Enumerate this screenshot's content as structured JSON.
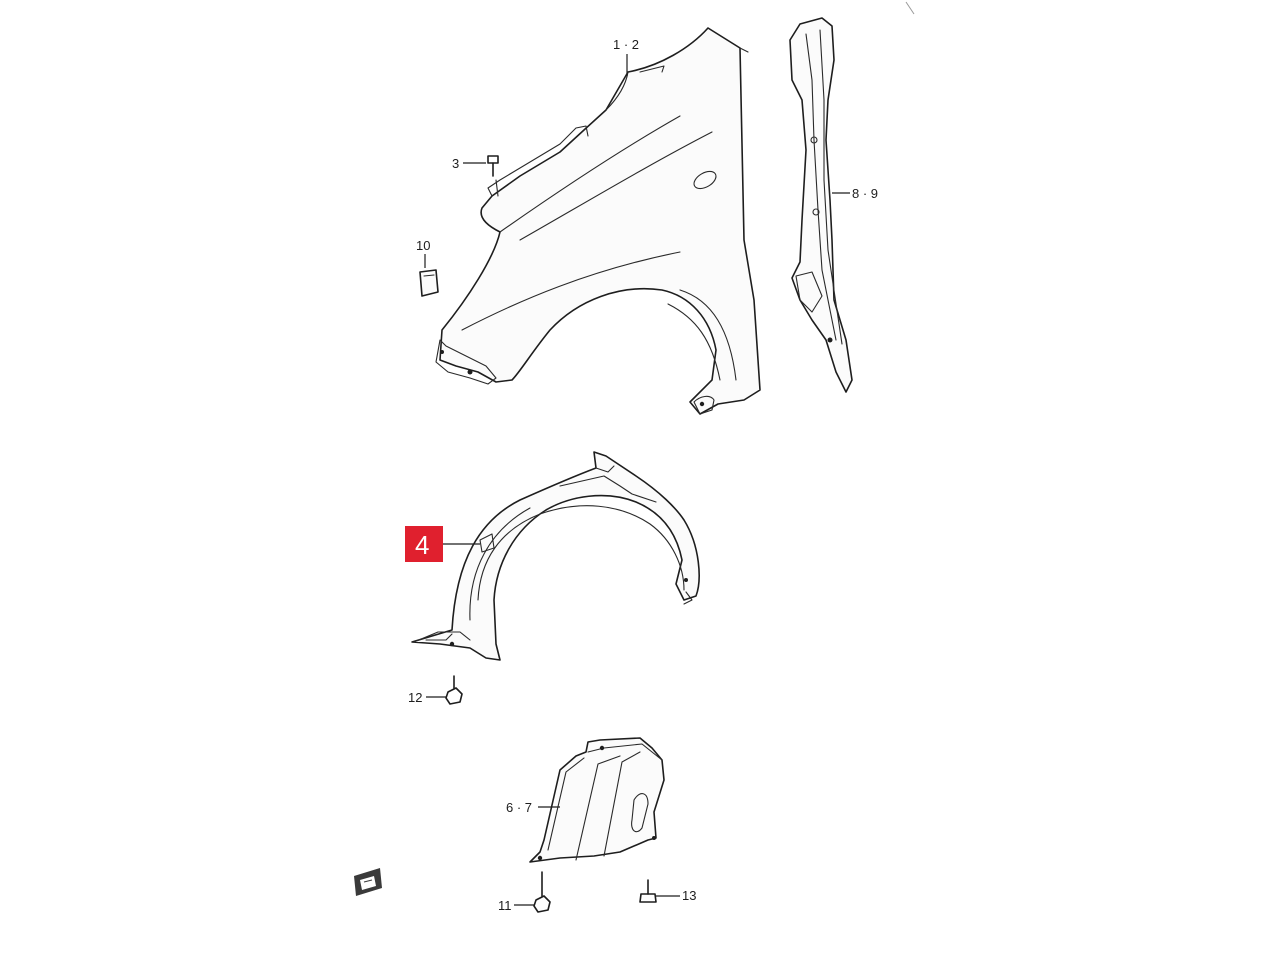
{
  "callouts": {
    "fender": "1 · 2",
    "bolt_3": "3",
    "seal": "8 · 9",
    "clip_10": "10",
    "liner": "4",
    "nut_12": "12",
    "cover": "6 · 7",
    "nut_11": "11",
    "bolt_13": "13"
  },
  "highlight_color": "#e0202e"
}
